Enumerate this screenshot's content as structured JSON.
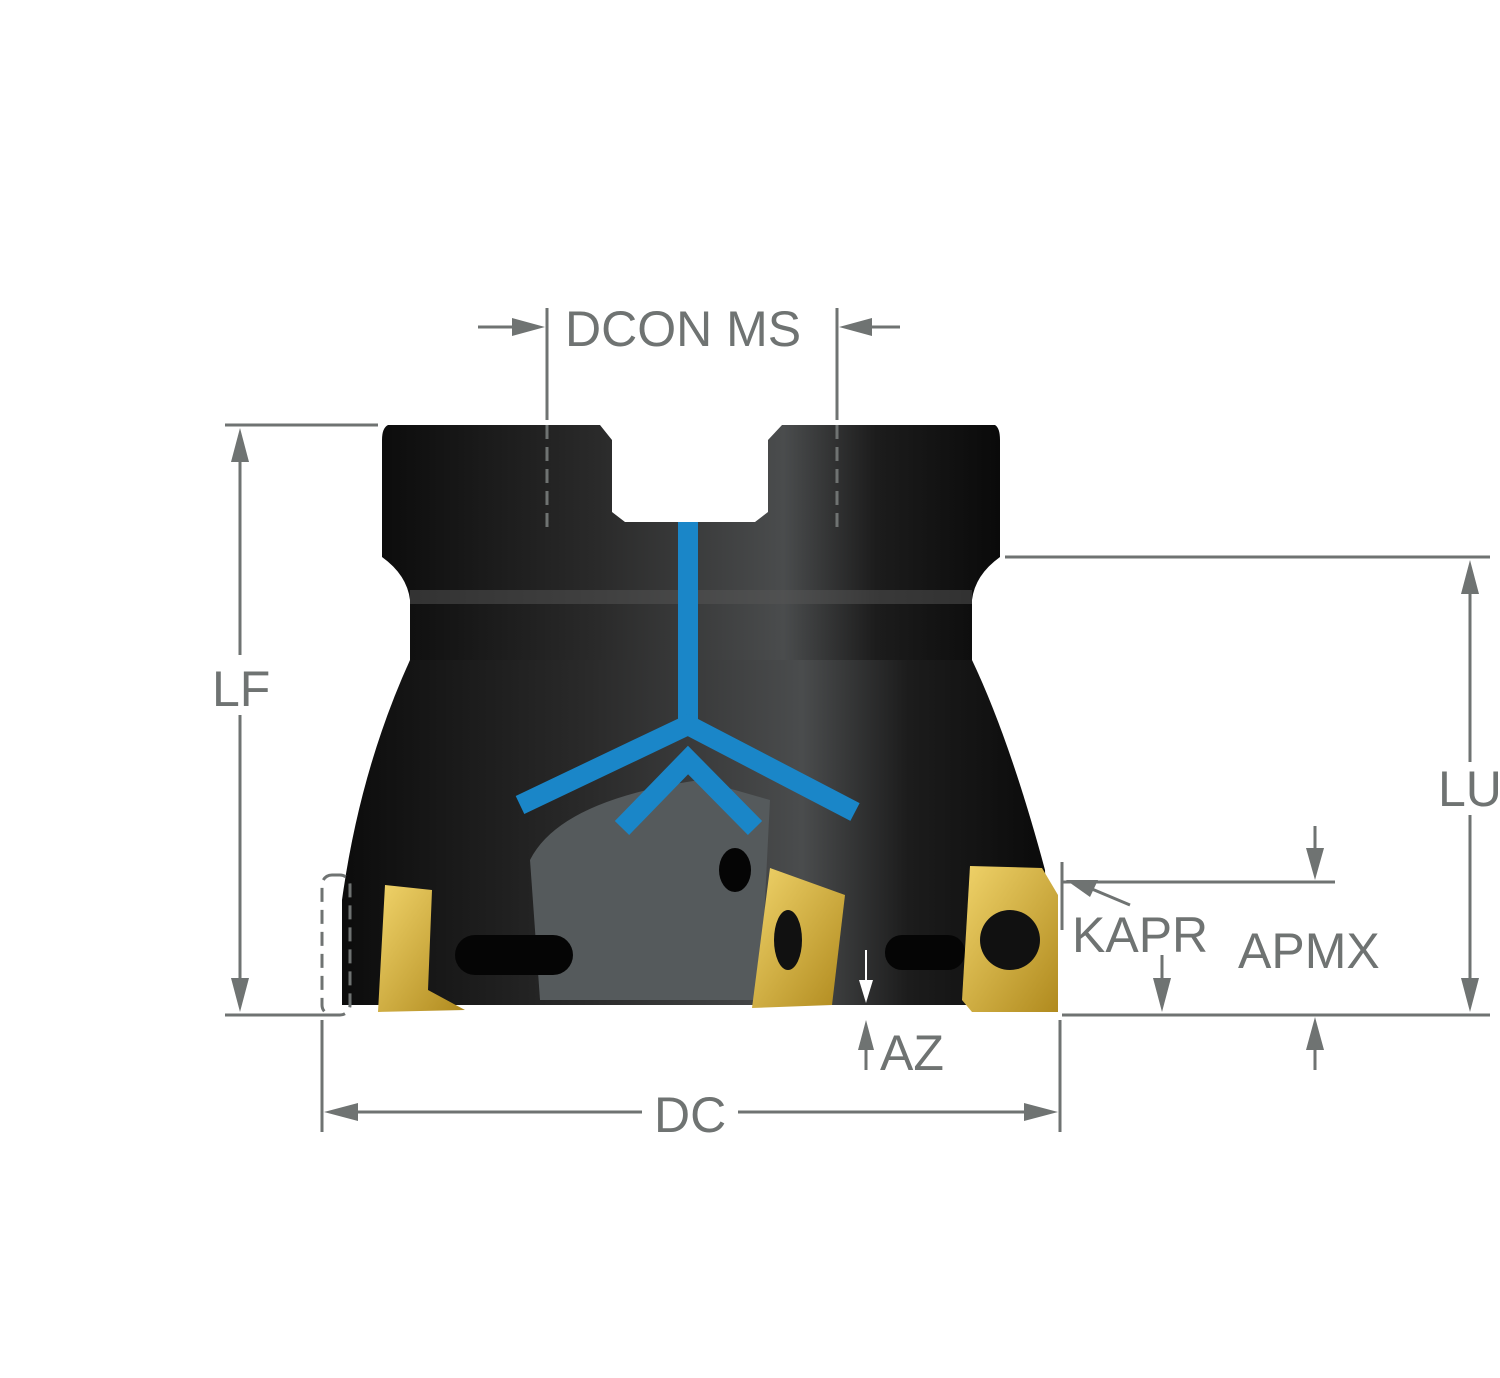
{
  "diagram": {
    "title": "Face milling cutter dimension drawing",
    "labels": {
      "dcon_ms": "DCON MS",
      "lf": "LF",
      "lu": "LU",
      "kapr": "KAPR",
      "apmx": "APMX",
      "az": "AZ",
      "dc": "DC"
    },
    "colors": {
      "dimension": "#6f7372",
      "body": "#151515",
      "coolant": "#1a86c8",
      "insert": "#d9b23a"
    }
  }
}
